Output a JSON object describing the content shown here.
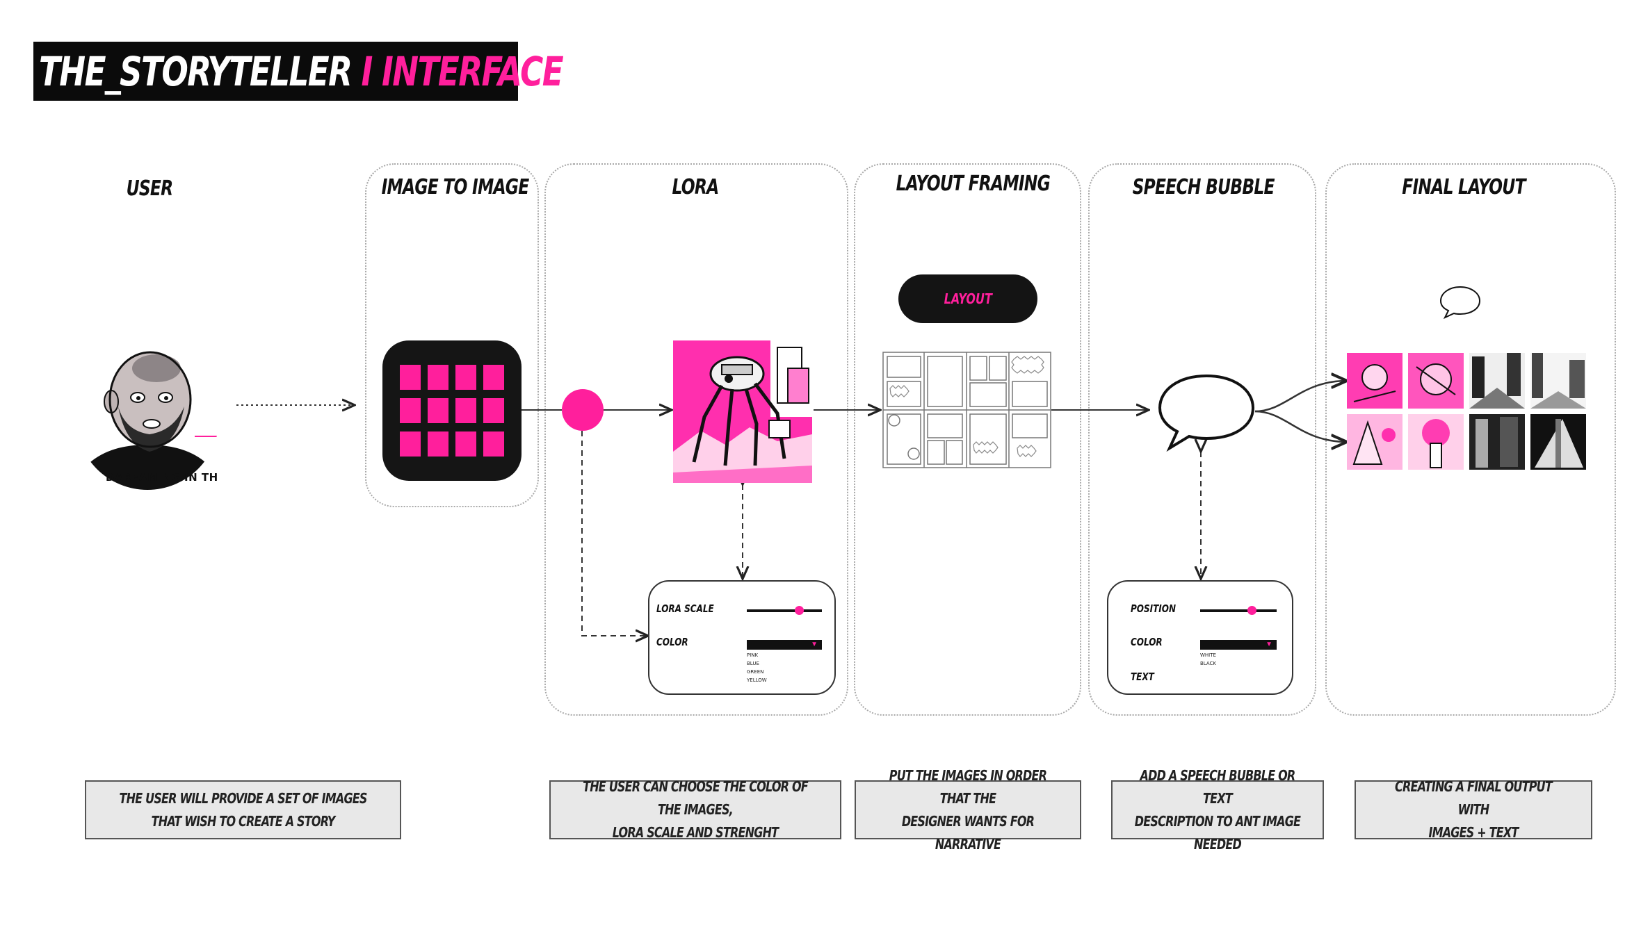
{
  "title": {
    "part1": "THE_STORYTELLER",
    "part2": "I INTERFACE"
  },
  "colors": {
    "accent": "#ff1f9c",
    "dark": "#141414"
  },
  "stages": {
    "user": "USER",
    "image_to_image": "IMAGE TO IMAGE",
    "lora": "LORA",
    "layout_framing": "LAYOUT FRAMING",
    "speech_bubble": "SPEECH  BUBBLE",
    "final_layout": "FINAL LAYOUT"
  },
  "portrait_caption": "DAREAMING IN TH",
  "layout_button": "LAYOUT",
  "lora_controls": {
    "scale_label": "LORA SCALE",
    "scale_value": 0.7,
    "color_label": "COLOR",
    "options": [
      "PINK",
      "BLUE",
      "GREEN",
      "YELLOW"
    ]
  },
  "speech_controls": {
    "position_label": "POSITION",
    "position_value": 0.68,
    "color_label": "COLOR",
    "options": [
      "WHITE",
      "BLACK"
    ],
    "text_label": "TEXT"
  },
  "captions": {
    "user": "THE USER WILL PROVIDE A SET OF IMAGES\nTHAT WISH TO CREATE A STORY",
    "lora": "THE USER CAN CHOOSE THE COLOR OF THE IMAGES,\nLORA SCALE AND STRENGHT",
    "layout": "PUT THE IMAGES IN ORDER THAT THE\nDESIGNER WANTS FOR NARRATIVE",
    "speech": "ADD A SPEECH BUBBLE OR TEXT\nDESCRIPTION TO ANT IMAGE NEEDED",
    "final": "CREATING A FINAL OUTPUT WITH\nIMAGES + TEXT"
  }
}
